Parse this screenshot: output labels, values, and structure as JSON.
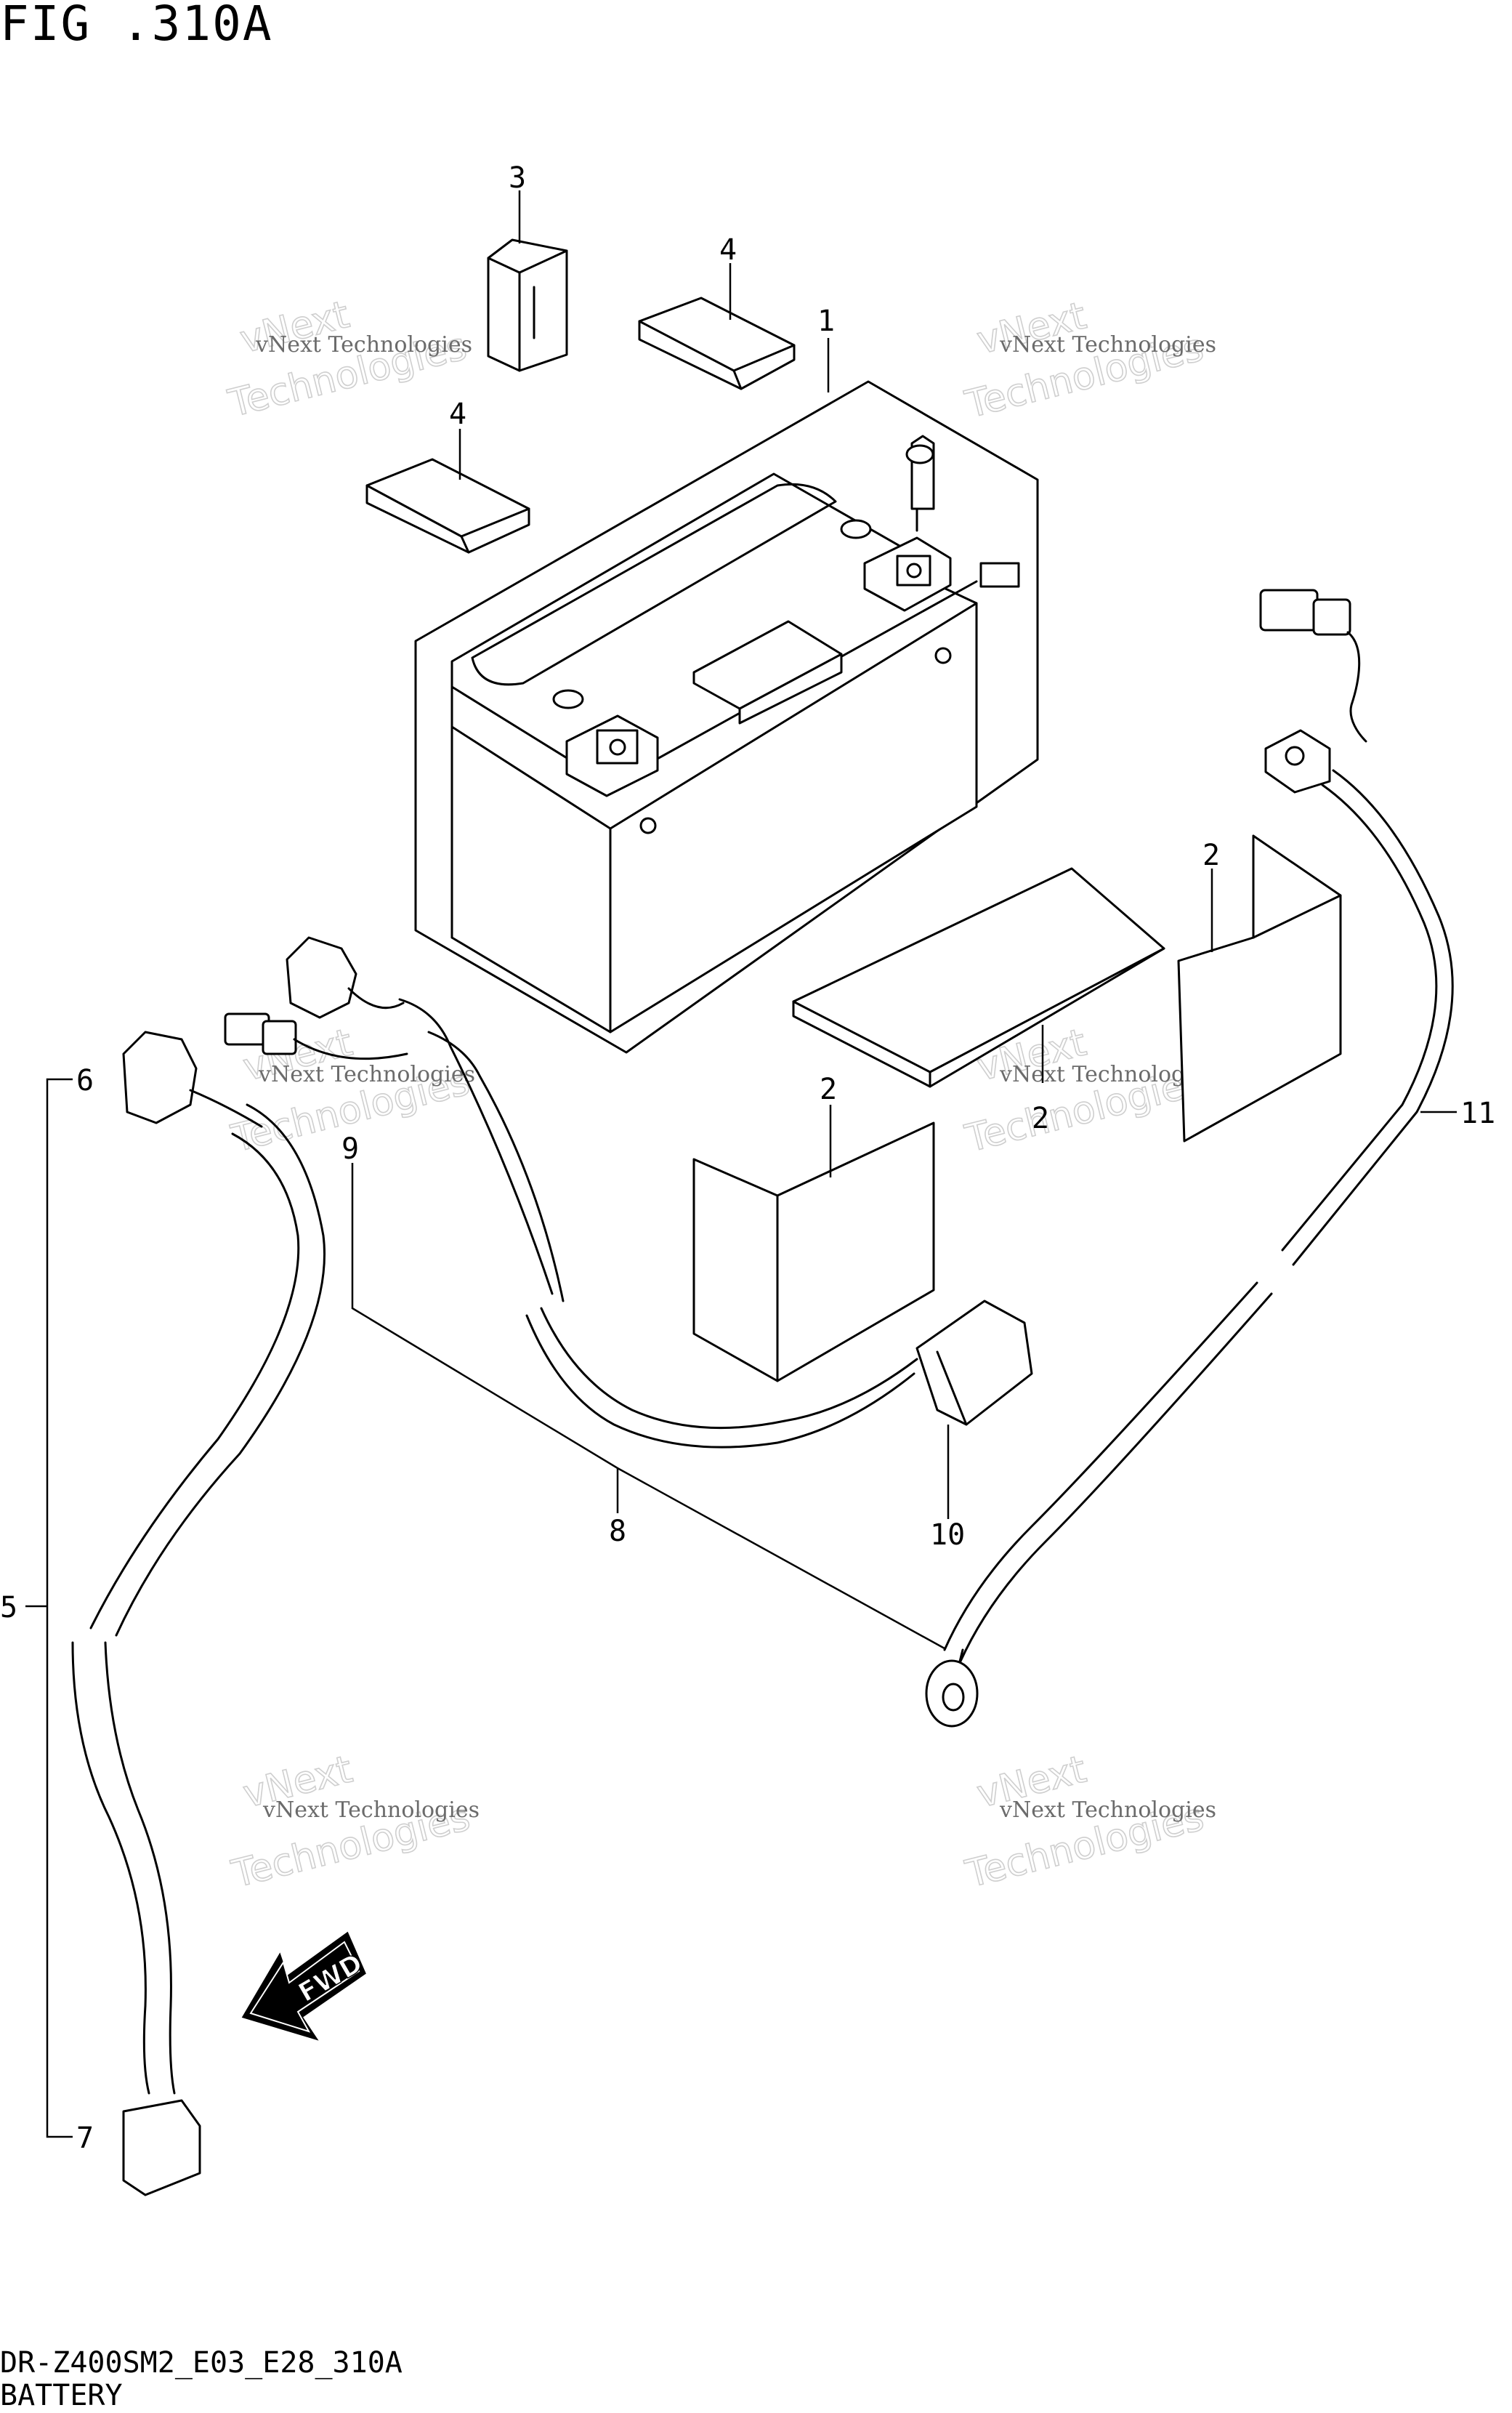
{
  "figure": {
    "title": "FIG .310A",
    "model_code": "DR-Z400SM2_E03_E28_310A",
    "section_name": "BATTERY"
  },
  "callouts": {
    "c1": "1",
    "c2a": "2",
    "c2b": "2",
    "c2c": "2",
    "c3": "3",
    "c4a": "4",
    "c4b": "4",
    "c5": "5",
    "c6": "6",
    "c7": "7",
    "c8": "8",
    "c9": "9",
    "c10": "10",
    "c11": "11"
  },
  "watermark": {
    "line1": "vNext Technologies",
    "line2": "vNext",
    "line3": "Technologies"
  },
  "fwd_label": "FWD",
  "colors": {
    "ink": "#000000",
    "paper": "#ffffff",
    "watermark": "#cfcfcf"
  }
}
